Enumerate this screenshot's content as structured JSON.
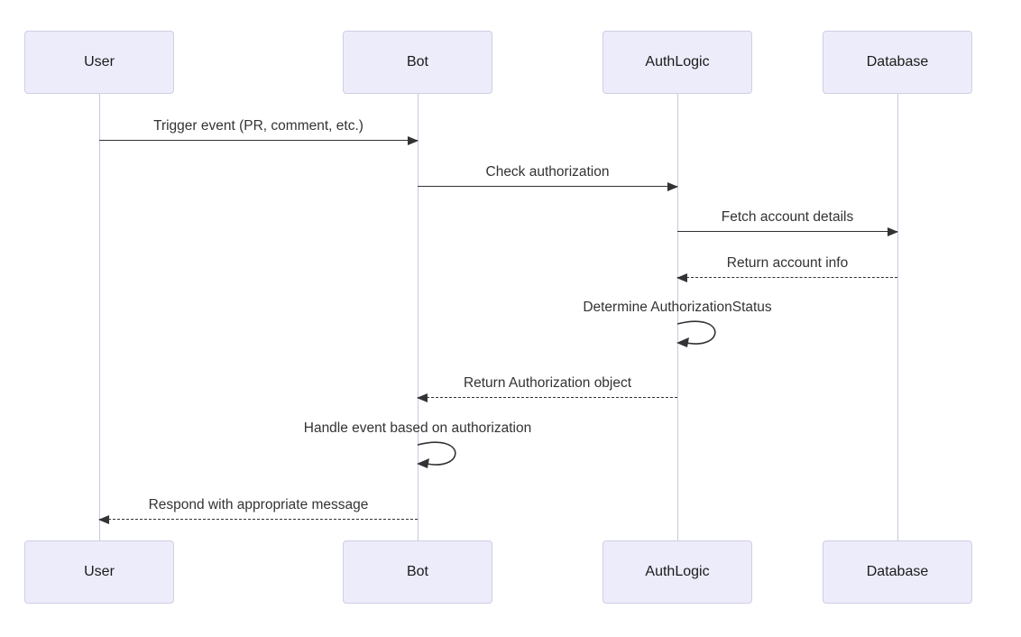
{
  "diagram": {
    "kind": "sequence-diagram",
    "actors": [
      {
        "label": "User"
      },
      {
        "label": "Bot"
      },
      {
        "label": "AuthLogic"
      },
      {
        "label": "Database"
      }
    ],
    "messages": [
      {
        "from": "User",
        "to": "Bot",
        "style": "solid",
        "label": "Trigger event (PR, comment, etc.)"
      },
      {
        "from": "Bot",
        "to": "AuthLogic",
        "style": "solid",
        "label": "Check authorization"
      },
      {
        "from": "AuthLogic",
        "to": "Database",
        "style": "solid",
        "label": "Fetch account details"
      },
      {
        "from": "Database",
        "to": "AuthLogic",
        "style": "dashed",
        "label": "Return account info"
      },
      {
        "from": "AuthLogic",
        "to": "AuthLogic",
        "style": "self",
        "label": "Determine AuthorizationStatus"
      },
      {
        "from": "AuthLogic",
        "to": "Bot",
        "style": "dashed",
        "label": "Return Authorization object"
      },
      {
        "from": "Bot",
        "to": "Bot",
        "style": "self",
        "label": "Handle event based on authorization"
      },
      {
        "from": "Bot",
        "to": "User",
        "style": "dashed",
        "label": "Respond with appropriate message"
      }
    ],
    "colors": {
      "background": "#FFFFFF",
      "actor_fill": "#ECECFB",
      "actor_border": "#CFCFE5",
      "lifeline": "#C9C9E0",
      "arrow": "#333333",
      "text": "#333333"
    }
  }
}
